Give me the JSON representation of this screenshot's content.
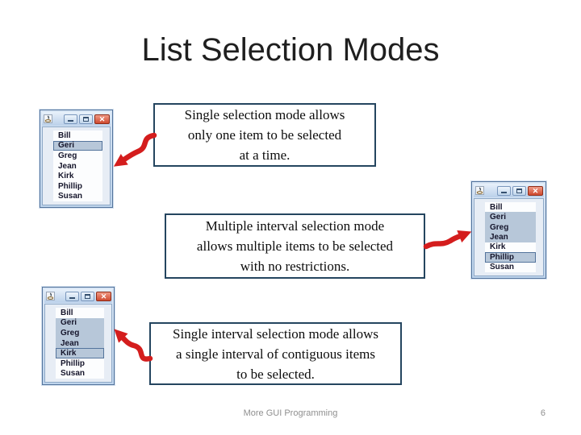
{
  "slide": {
    "title": "List Selection Modes"
  },
  "colors": {
    "arrow_red": "#d41d1d",
    "callout_border": "#24455f",
    "selection_bg": "#b7c7d9",
    "window_border": "#54749c",
    "titlebar_from": "#e8f1fb",
    "titlebar_to": "#bad0ea",
    "close_red": "#cf4a30",
    "footer_gray": "#8f8f8f"
  },
  "icons": {
    "close_glyph": "✕"
  },
  "callouts": [
    {
      "lines": [
        "Single selection mode allows",
        "only one item to be selected",
        "at a time."
      ]
    },
    {
      "lines": [
        "Multiple interval selection mode",
        "allows multiple items to be selected",
        "with no restrictions."
      ]
    },
    {
      "lines": [
        "Single interval selection mode allows",
        "a single interval of contiguous items",
        "to be selected."
      ]
    }
  ],
  "windows": [
    {
      "name": "single-selection-list",
      "items": [
        {
          "label": "Bill",
          "selected": false,
          "focused": false
        },
        {
          "label": "Geri",
          "selected": true,
          "focused": true
        },
        {
          "label": "Greg",
          "selected": false,
          "focused": false
        },
        {
          "label": "Jean",
          "selected": false,
          "focused": false
        },
        {
          "label": "Kirk",
          "selected": false,
          "focused": false
        },
        {
          "label": "Phillip",
          "selected": false,
          "focused": false
        },
        {
          "label": "Susan",
          "selected": false,
          "focused": false
        }
      ]
    },
    {
      "name": "multiple-interval-selection-list",
      "items": [
        {
          "label": "Bill",
          "selected": false,
          "focused": false
        },
        {
          "label": "Geri",
          "selected": true,
          "focused": false
        },
        {
          "label": "Greg",
          "selected": true,
          "focused": false
        },
        {
          "label": "Jean",
          "selected": true,
          "focused": false
        },
        {
          "label": "Kirk",
          "selected": false,
          "focused": false
        },
        {
          "label": "Phillip",
          "selected": true,
          "focused": true
        },
        {
          "label": "Susan",
          "selected": false,
          "focused": false
        }
      ]
    },
    {
      "name": "single-interval-selection-list",
      "items": [
        {
          "label": "Bill",
          "selected": false,
          "focused": false
        },
        {
          "label": "Geri",
          "selected": true,
          "focused": false
        },
        {
          "label": "Greg",
          "selected": true,
          "focused": false
        },
        {
          "label": "Jean",
          "selected": true,
          "focused": false
        },
        {
          "label": "Kirk",
          "selected": true,
          "focused": true
        },
        {
          "label": "Phillip",
          "selected": false,
          "focused": false
        },
        {
          "label": "Susan",
          "selected": false,
          "focused": false
        }
      ]
    }
  ],
  "footer": {
    "center": "More GUI Programming",
    "page_number": "6"
  }
}
